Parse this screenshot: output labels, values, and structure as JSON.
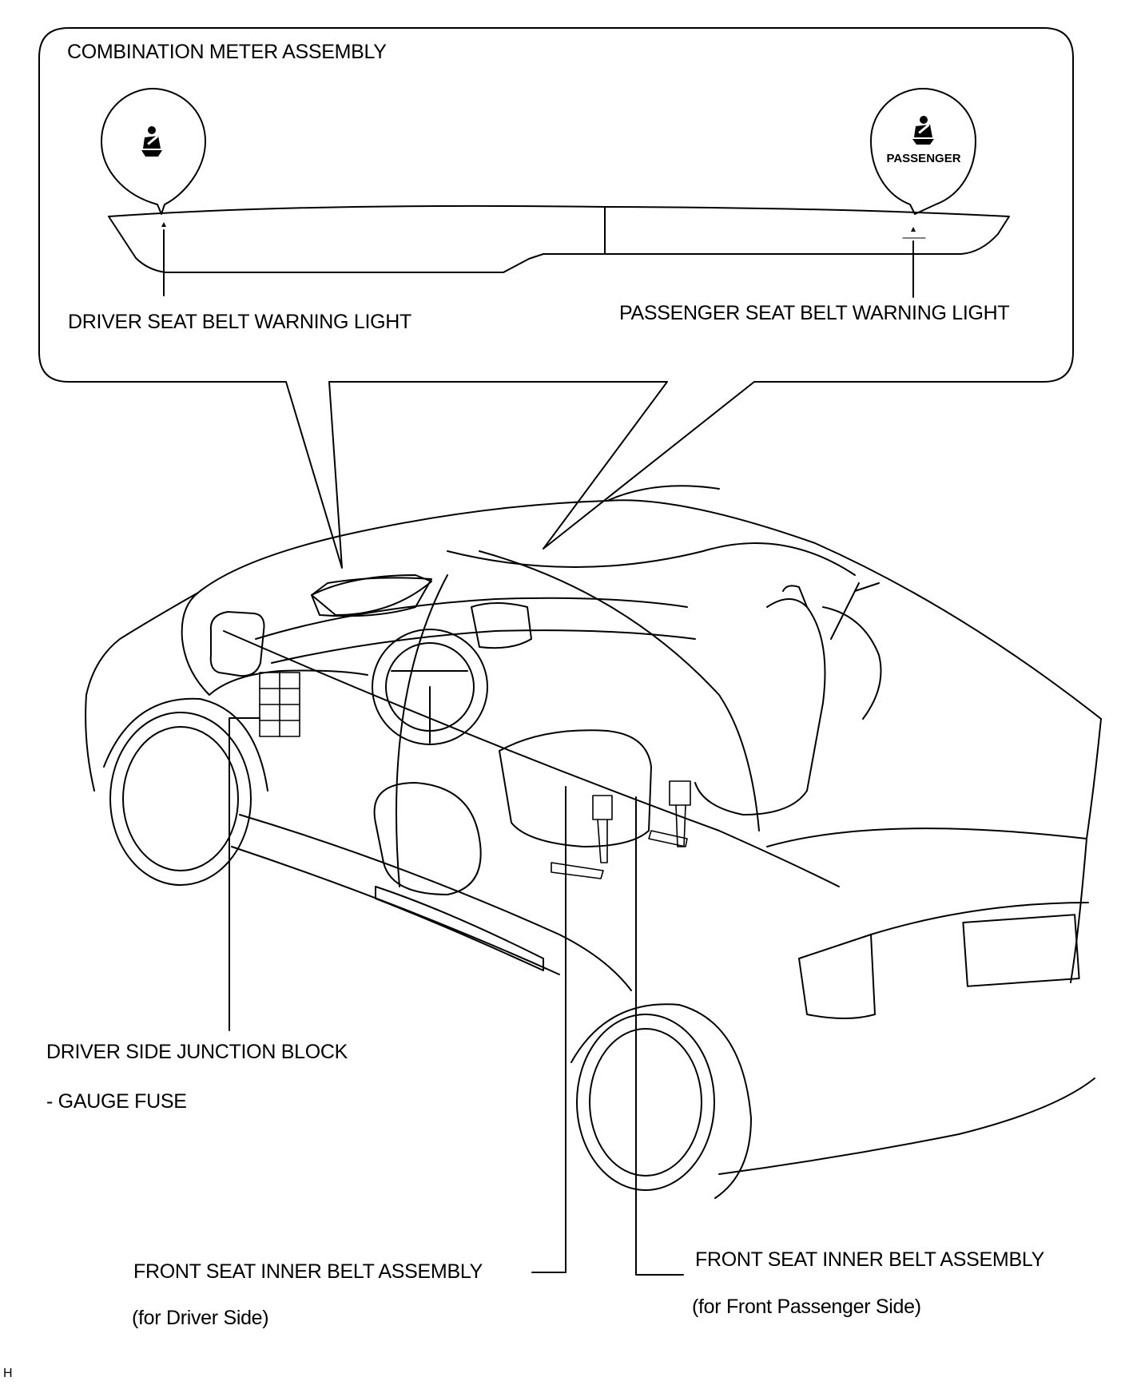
{
  "callout": {
    "title": "COMBINATION METER ASSEMBLY",
    "driver_light_label": "DRIVER SEAT BELT WARNING LIGHT",
    "passenger_light_label": "PASSENGER SEAT BELT WARNING LIGHT",
    "passenger_icon_text": "PASSENGER"
  },
  "labels": {
    "junction_block": "DRIVER SIDE JUNCTION BLOCK",
    "gauge_fuse": "- GAUGE FUSE",
    "driver_belt_line1": "FRONT SEAT INNER BELT ASSEMBLY",
    "driver_belt_line2": "(for Driver Side)",
    "passenger_belt_line1": "FRONT SEAT INNER BELT ASSEMBLY",
    "passenger_belt_line2": "(for Front Passenger Side)"
  },
  "footer": {
    "code": "H"
  },
  "colors": {
    "line": "#000000",
    "background": "#ffffff"
  },
  "icons": [
    "seat-belt-icon",
    "seat-belt-passenger-icon"
  ]
}
